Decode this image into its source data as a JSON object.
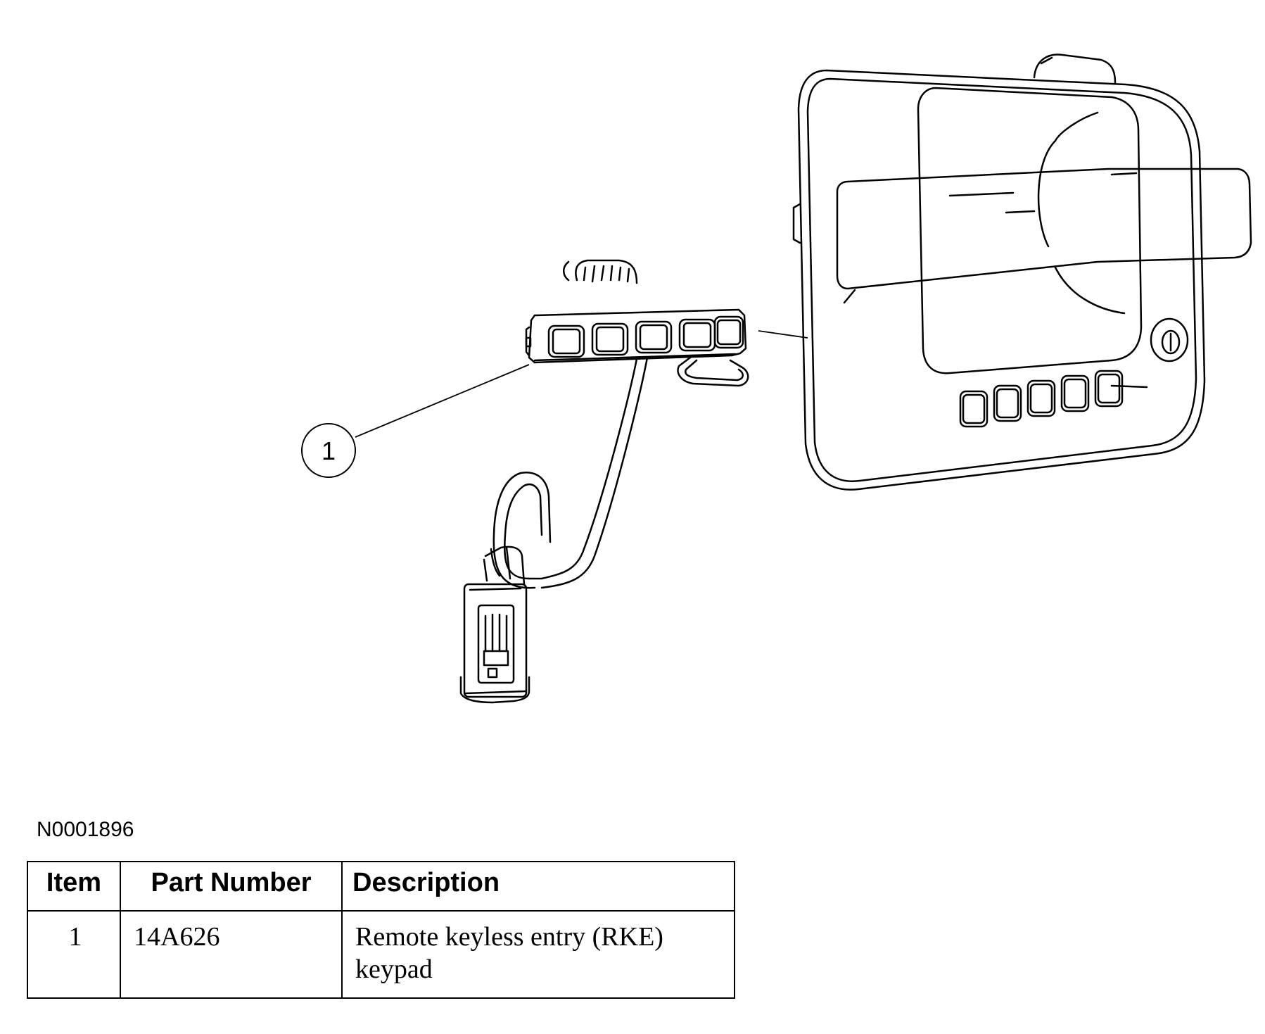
{
  "figure": {
    "id": "N0001896",
    "callouts": [
      {
        "label": "1"
      }
    ]
  },
  "parts_table": {
    "headers": {
      "item": "Item",
      "part_number": "Part Number",
      "description": "Description"
    },
    "rows": [
      {
        "item": "1",
        "part_number": "14A626",
        "description": "Remote keyless entry (RKE) keypad"
      }
    ]
  }
}
